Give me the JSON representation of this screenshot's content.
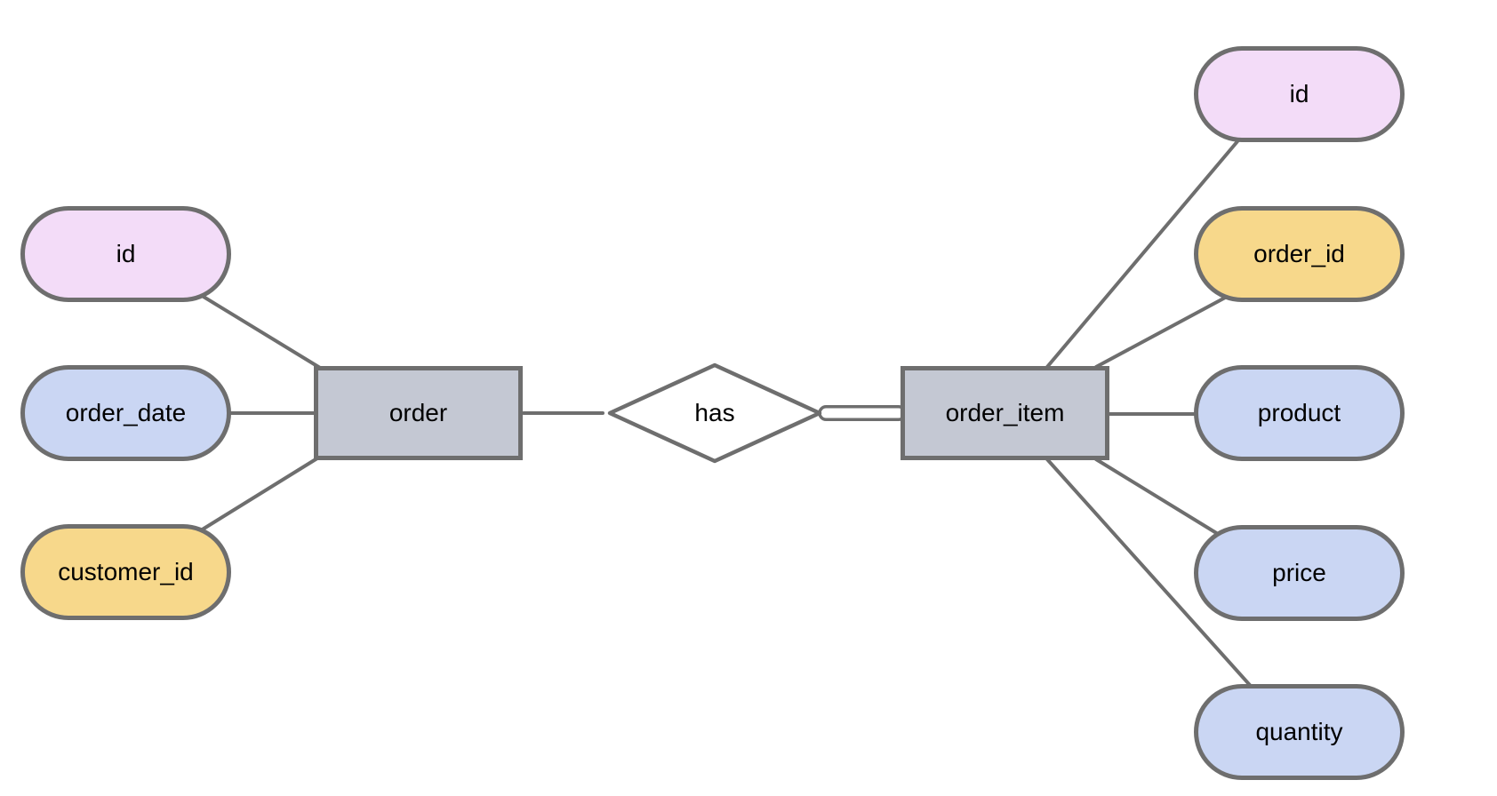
{
  "diagram_type": "entity-relationship",
  "colors": {
    "canvas": "#FFFFFF",
    "entity_fill": "#C4C8D3",
    "attribute_fill": "#CAD6F3",
    "primary_key_fill": "#F3DCF8",
    "foreign_key_fill": "#F7D88B",
    "relationship_fill": "#FFFFFF",
    "stroke": "#6E6E6E",
    "text": "#000000"
  },
  "entities": {
    "order": {
      "label": "order"
    },
    "order_item": {
      "label": "order_item"
    }
  },
  "relationships": {
    "has": {
      "label": "has",
      "from": "order",
      "to": "order_item",
      "to_connector_style": "double-line"
    }
  },
  "attributes": {
    "order": {
      "id": {
        "label": "id",
        "role": "primary-key"
      },
      "order_date": {
        "label": "order_date",
        "role": "attribute"
      },
      "customer_id": {
        "label": "customer_id",
        "role": "foreign-key"
      }
    },
    "order_item": {
      "id": {
        "label": "id",
        "role": "primary-key"
      },
      "order_id": {
        "label": "order_id",
        "role": "foreign-key"
      },
      "product": {
        "label": "product",
        "role": "attribute"
      },
      "price": {
        "label": "price",
        "role": "attribute"
      },
      "quantity": {
        "label": "quantity",
        "role": "attribute"
      }
    }
  }
}
